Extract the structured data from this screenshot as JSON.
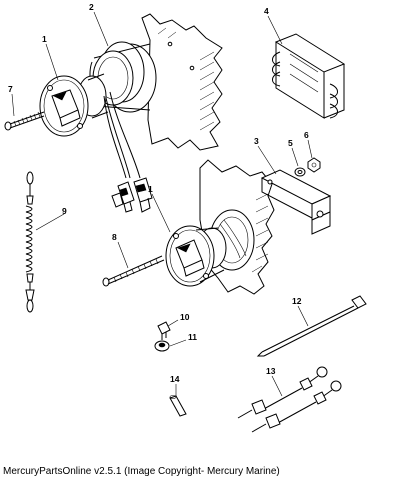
{
  "callouts": {
    "c1a": "1",
    "c2": "2",
    "c4": "4",
    "c7": "7",
    "c3": "3",
    "c5": "5",
    "c6": "6",
    "c1b": "1",
    "c9": "9",
    "c8": "8",
    "c12": "12",
    "c10": "10",
    "c11": "11",
    "c13": "13",
    "c14": "14"
  },
  "footer": "MercuryPartsOnline v2.5.1 (Image Copyright- Mercury Marine)"
}
